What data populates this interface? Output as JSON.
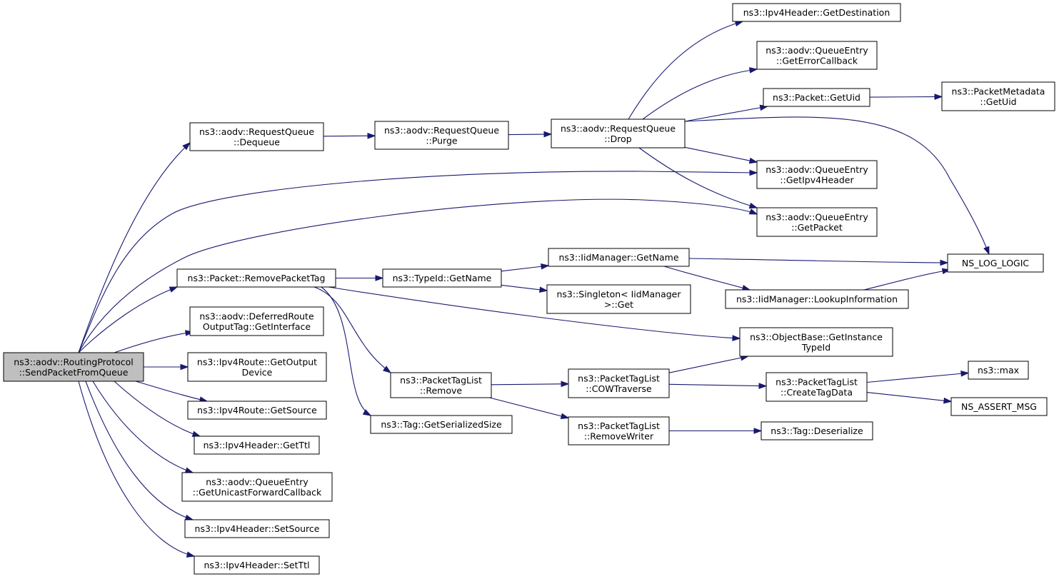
{
  "diagram": {
    "type": "call-graph",
    "nodes": [
      {
        "id": "n0",
        "lines": [
          "ns3::aodv::RoutingProtocol",
          "::SendPacketFromQueue"
        ],
        "root": true
      },
      {
        "id": "n1",
        "lines": [
          "ns3::aodv::RequestQueue",
          "::Dequeue"
        ]
      },
      {
        "id": "n2",
        "lines": [
          "ns3::aodv::RequestQueue",
          "::Purge"
        ]
      },
      {
        "id": "n3",
        "lines": [
          "ns3::aodv::RequestQueue",
          "::Drop"
        ]
      },
      {
        "id": "n4",
        "lines": [
          "ns3::Ipv4Header::GetDestination"
        ]
      },
      {
        "id": "n5",
        "lines": [
          "ns3::aodv::QueueEntry",
          "::GetErrorCallback"
        ]
      },
      {
        "id": "n6",
        "lines": [
          "ns3::Packet::GetUid"
        ]
      },
      {
        "id": "n7",
        "lines": [
          "ns3::PacketMetadata",
          "::GetUid"
        ]
      },
      {
        "id": "n8",
        "lines": [
          "ns3::aodv::QueueEntry",
          "::GetIpv4Header"
        ]
      },
      {
        "id": "n9",
        "lines": [
          "ns3::aodv::QueueEntry",
          "::GetPacket"
        ]
      },
      {
        "id": "n10",
        "lines": [
          "NS_LOG_LOGIC"
        ]
      },
      {
        "id": "n11",
        "lines": [
          "ns3::Packet::RemovePacketTag"
        ]
      },
      {
        "id": "n12",
        "lines": [
          "ns3::TypeId::GetName"
        ]
      },
      {
        "id": "n13",
        "lines": [
          "ns3::IidManager::GetName"
        ]
      },
      {
        "id": "n14",
        "lines": [
          "ns3::Singleton< IidManager",
          ">::Get"
        ]
      },
      {
        "id": "n15",
        "lines": [
          "ns3::IidManager::LookupInformation"
        ]
      },
      {
        "id": "n16",
        "lines": [
          "ns3::aodv::DeferredRoute",
          "OutputTag::GetInterface"
        ]
      },
      {
        "id": "n17",
        "lines": [
          "ns3::ObjectBase::GetInstance",
          "TypeId"
        ]
      },
      {
        "id": "n18",
        "lines": [
          "ns3::Ipv4Route::GetOutput",
          "Device"
        ]
      },
      {
        "id": "n19",
        "lines": [
          "ns3::PacketTagList",
          "::Remove"
        ]
      },
      {
        "id": "n20",
        "lines": [
          "ns3::PacketTagList",
          "::COWTraverse"
        ]
      },
      {
        "id": "n21",
        "lines": [
          "ns3::PacketTagList",
          "::CreateTagData"
        ]
      },
      {
        "id": "n22",
        "lines": [
          "ns3::max"
        ]
      },
      {
        "id": "n23",
        "lines": [
          "NS_ASSERT_MSG"
        ]
      },
      {
        "id": "n24",
        "lines": [
          "ns3::Ipv4Route::GetSource"
        ]
      },
      {
        "id": "n25",
        "lines": [
          "ns3::Tag::GetSerializedSize"
        ]
      },
      {
        "id": "n26",
        "lines": [
          "ns3::PacketTagList",
          "::RemoveWriter"
        ]
      },
      {
        "id": "n27",
        "lines": [
          "ns3::Tag::Deserialize"
        ]
      },
      {
        "id": "n28",
        "lines": [
          "ns3::Ipv4Header::GetTtl"
        ]
      },
      {
        "id": "n29",
        "lines": [
          "ns3::aodv::QueueEntry",
          "::GetUnicastForwardCallback"
        ]
      },
      {
        "id": "n30",
        "lines": [
          "ns3::Ipv4Header::SetSource"
        ]
      },
      {
        "id": "n31",
        "lines": [
          "ns3::Ipv4Header::SetTtl"
        ]
      }
    ],
    "edges": [
      {
        "from": "n0",
        "to": "n1"
      },
      {
        "from": "n0",
        "to": "n8"
      },
      {
        "from": "n0",
        "to": "n9"
      },
      {
        "from": "n0",
        "to": "n11"
      },
      {
        "from": "n0",
        "to": "n16"
      },
      {
        "from": "n0",
        "to": "n18"
      },
      {
        "from": "n0",
        "to": "n24"
      },
      {
        "from": "n0",
        "to": "n28"
      },
      {
        "from": "n0",
        "to": "n29"
      },
      {
        "from": "n0",
        "to": "n30"
      },
      {
        "from": "n0",
        "to": "n31"
      },
      {
        "from": "n1",
        "to": "n2"
      },
      {
        "from": "n2",
        "to": "n3"
      },
      {
        "from": "n3",
        "to": "n4"
      },
      {
        "from": "n3",
        "to": "n5"
      },
      {
        "from": "n3",
        "to": "n6"
      },
      {
        "from": "n3",
        "to": "n8"
      },
      {
        "from": "n3",
        "to": "n9"
      },
      {
        "from": "n3",
        "to": "n10"
      },
      {
        "from": "n6",
        "to": "n7"
      },
      {
        "from": "n11",
        "to": "n12"
      },
      {
        "from": "n11",
        "to": "n17"
      },
      {
        "from": "n11",
        "to": "n19"
      },
      {
        "from": "n11",
        "to": "n25"
      },
      {
        "from": "n12",
        "to": "n13"
      },
      {
        "from": "n12",
        "to": "n14"
      },
      {
        "from": "n13",
        "to": "n10"
      },
      {
        "from": "n13",
        "to": "n15"
      },
      {
        "from": "n15",
        "to": "n10"
      },
      {
        "from": "n19",
        "to": "n20"
      },
      {
        "from": "n19",
        "to": "n26"
      },
      {
        "from": "n20",
        "to": "n17"
      },
      {
        "from": "n20",
        "to": "n21"
      },
      {
        "from": "n21",
        "to": "n22"
      },
      {
        "from": "n21",
        "to": "n23"
      },
      {
        "from": "n26",
        "to": "n27"
      }
    ]
  },
  "colors": {
    "edge": "#191970",
    "node_border": "#000000",
    "node_fill": "#ffffff",
    "root_fill": "#bfbfbf"
  }
}
